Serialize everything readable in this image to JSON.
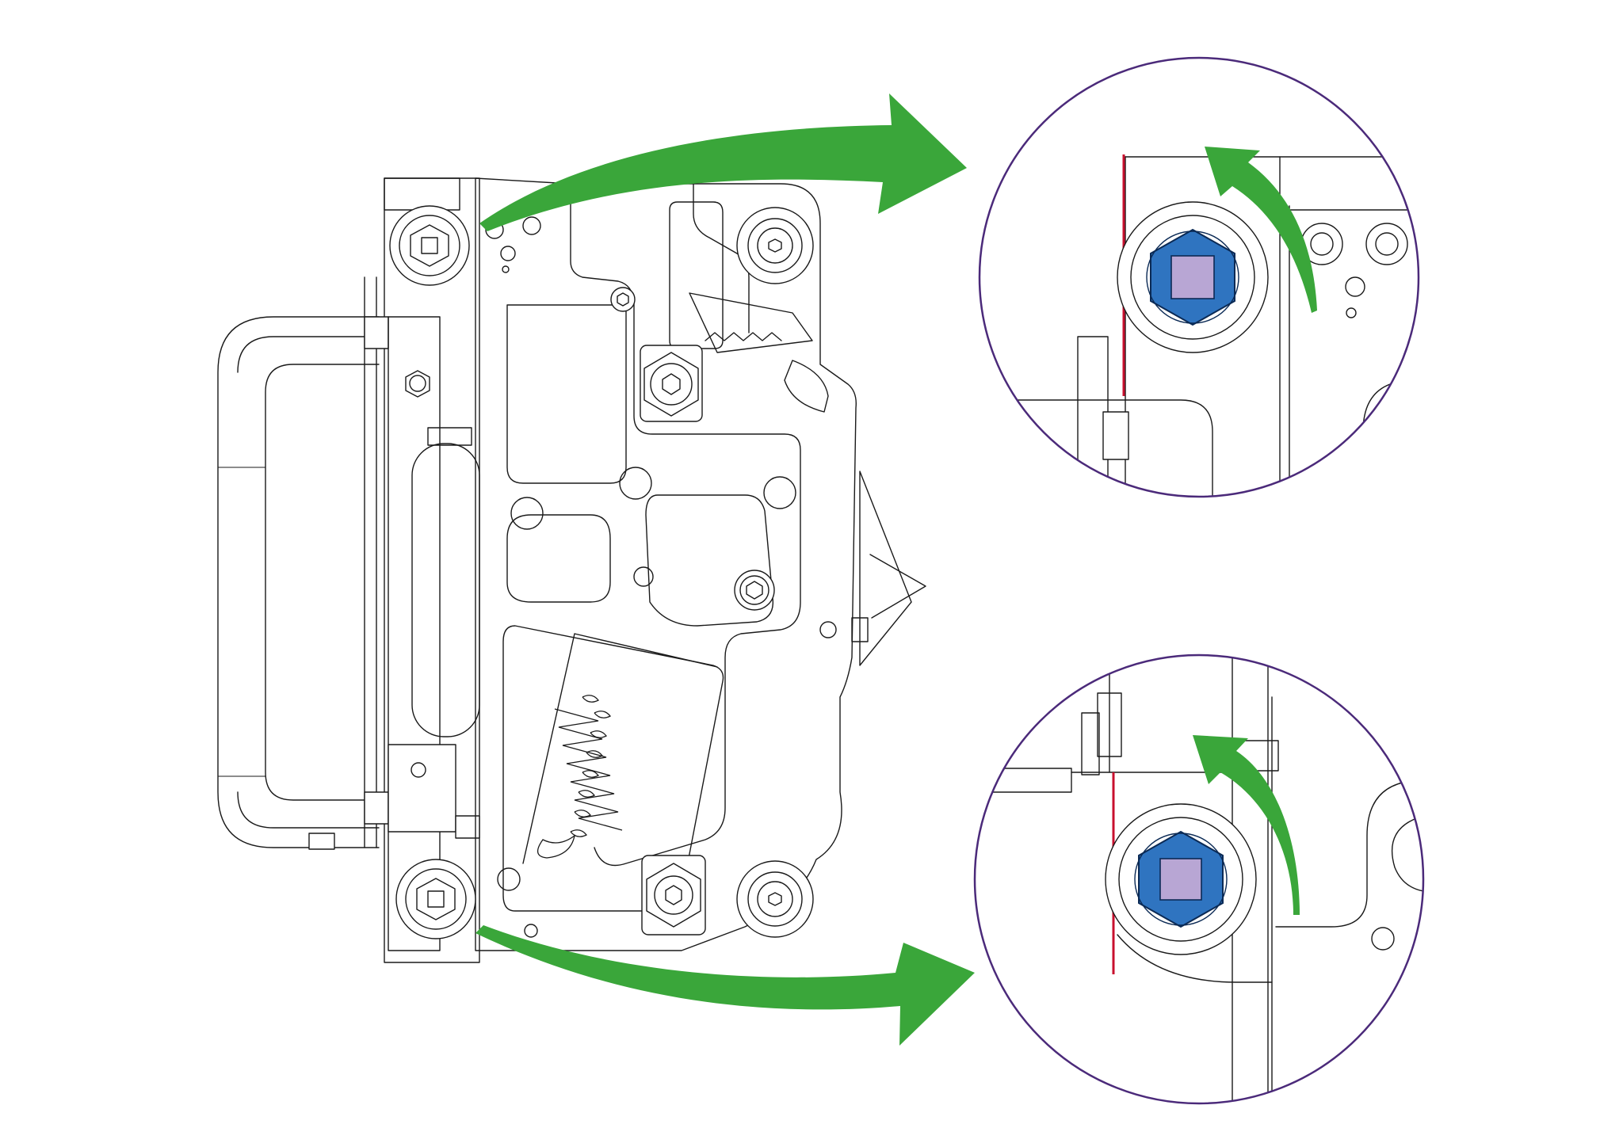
{
  "diagram": {
    "subject": "",
    "colors": {
      "linework": "#1a1a1a",
      "background": "#ffffff",
      "arrow": "#3aa63a",
      "callout_circle": "#4b2a7a",
      "reference_line": "#c8102e",
      "nut": "#2f74c0",
      "nut_outline": "#0b2a55",
      "socket": "#b8a6d4"
    },
    "icons": {
      "main_arrow": "curved-arrow-right",
      "rotation_arrow": "curved-arrow-up"
    },
    "callouts": [
      {
        "id": "top",
        "target": "upper-left-mounting-bolt",
        "rotation": "counter-clockwise"
      },
      {
        "id": "bottom",
        "target": "lower-left-mounting-bolt",
        "rotation": "counter-clockwise"
      }
    ]
  }
}
